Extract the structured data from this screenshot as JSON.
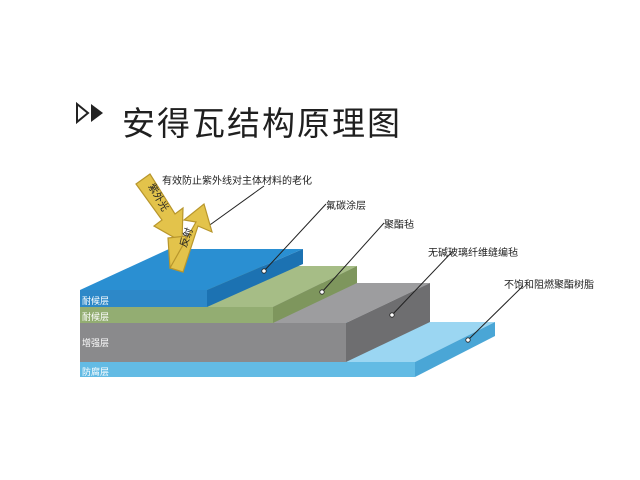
{
  "title": "安得瓦结构原理图",
  "arrows": {
    "uv_in": "紫外光",
    "uv_out": "反射"
  },
  "callouts": {
    "uv_note": "有效防止紫外线对主体材料的老化",
    "fluorocarbon": "氟碳涂层",
    "polyester_felt": "聚酯毡",
    "glass_fiber": "无碱玻璃纤维缝编毡",
    "resin": "不饱和阻燃聚酯树脂"
  },
  "layers": {
    "weather1": "耐候层",
    "weather2": "耐候层",
    "reinforce": "增强层",
    "corrosion": "防腐层"
  },
  "colors": {
    "top_blue": "#2a8fd2",
    "green": "#93ad72",
    "gray": "#8a8a8c",
    "bottom_blue": "#63bbe4",
    "arrow_fill": "#e3c34b",
    "arrow_stroke": "#b8962c"
  }
}
